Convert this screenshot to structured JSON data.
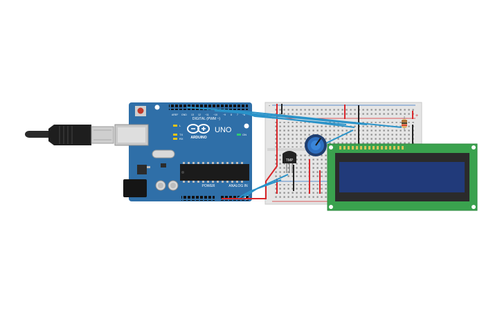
{
  "arduino": {
    "brand": "ARDUINO",
    "model": "UNO",
    "digital_label": "DIGITAL (PWM ~)",
    "power_label": "POWER",
    "analog_label": "ANALOG IN",
    "on_label": "ON",
    "tx_label": "TX",
    "rx_label": "RX",
    "l_label": "L",
    "board_color": "#2f6fa8"
  },
  "sensor": {
    "label": "TMP"
  },
  "breadboard": {
    "plus_label": "+",
    "minus_label": "-"
  },
  "lcd": {
    "pcb_color": "#3aa24e",
    "screen_color": "#213a7a"
  },
  "colors": {
    "wire_red": "#d9262a",
    "wire_black": "#222222",
    "wire_blue": "#2a93c9"
  }
}
